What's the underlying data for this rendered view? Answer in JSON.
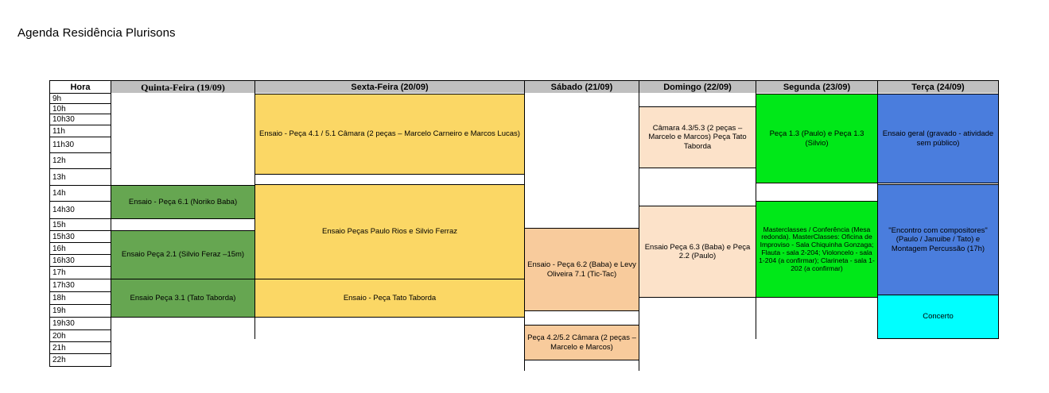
{
  "page": {
    "title": "Agenda Residência Plurisons"
  },
  "table": {
    "hour_header": "Hora",
    "columns": [
      {
        "label": "Quinta-Feira (19/09)",
        "style": "serif"
      },
      {
        "label": "Sexta-Feira (20/09)",
        "style": "sans"
      },
      {
        "label": "Sábado (21/09)",
        "style": "sans"
      },
      {
        "label": "Domingo (22/09)",
        "style": "sans"
      },
      {
        "label": "Segunda (23/09)",
        "style": "sans"
      },
      {
        "label": "Terça (24/09)",
        "style": "sans"
      }
    ],
    "hours": [
      "9h",
      "10h",
      "10h30",
      "11h",
      "11h30",
      "12h",
      "13h",
      "14h",
      "14h30",
      "15h",
      "15h30",
      "16h",
      "16h30",
      "17h",
      "17h30",
      "18h",
      "19h",
      "19h30",
      "20h",
      "21h",
      "22h"
    ],
    "events": [
      {
        "id": "qui-ensaio-61",
        "day": "Quinta-Feira (19/09)",
        "text": "Ensaio - Peça 6.1 (Noriko Baba)",
        "color": "#66a651"
      },
      {
        "id": "qui-ensaio-21",
        "day": "Quinta-Feira (19/09)",
        "text": "Ensaio Peça 2.1 (Silvio Feraz –15m)",
        "color": "#66a651"
      },
      {
        "id": "qui-ensaio-31",
        "day": "Quinta-Feira (19/09)",
        "text": "Ensaio Peça 3.1 (Tato Taborda)",
        "color": "#66a651"
      },
      {
        "id": "sex-camara-41-51",
        "day": "Sexta-Feira (20/09)",
        "text": "Ensaio - Peça 4.1 / 5.1 Câmara (2 peças – Marcelo Carneiro e Marcos Lucas)",
        "color": "#fbd765"
      },
      {
        "id": "sex-paulo-silvio",
        "day": "Sexta-Feira (20/09)",
        "text": "Ensaio Peças Paulo Rios e Silvio Ferraz",
        "color": "#fbd765"
      },
      {
        "id": "sex-tato",
        "day": "Sexta-Feira (20/09)",
        "text": "Ensaio - Peça Tato Taborda",
        "color": "#fbd765"
      },
      {
        "id": "sab-ensaio-62",
        "day": "Sábado (21/09)",
        "text": "Ensaio - Peça 6.2 (Baba) e Levy Oliveira 7.1 (Tic-Tac)",
        "color": "#f8cb9c"
      },
      {
        "id": "sab-peca-42-52",
        "day": "Sábado (21/09)",
        "text": "Peça 4.2/5.2 Câmara (2 peças – Marcelo e Marcos)",
        "color": "#f8cb9c"
      },
      {
        "id": "dom-camara-43-53",
        "day": "Domingo (22/09)",
        "text": "Câmara 4.3/5.3 (2 peças – Marcelo e Marcos) Peça Tato Taborda",
        "color": "#fce2c9"
      },
      {
        "id": "dom-ensaio-63",
        "day": "Domingo (22/09)",
        "text": "Ensaio Peça 6.3 (Baba) e Peça 2.2 (Paulo)",
        "color": "#fce2c9"
      },
      {
        "id": "seg-peca-13",
        "day": "Segunda (23/09)",
        "text": "Peça 1.3 (Paulo) e Peça 1.3 (Silvio)",
        "color": "#00e818"
      },
      {
        "id": "seg-masterclasses",
        "day": "Segunda (23/09)",
        "text": "Masterclasses / Conferência (Mesa redonda). MasterClasses: Oficina de Improviso - Sala Chiquinha Gonzaga; Flauta - sala 2-204; Violoncelo - sala 1-204 (a confirmar); Clarineta - sala 1-202 (a confirmar)",
        "color": "#00e818"
      },
      {
        "id": "ter-ensaio-geral",
        "day": "Terça (24/09)",
        "text": "Ensaio geral (gravado - atividade sem público)",
        "color": "#4a7ddd"
      },
      {
        "id": "ter-encontro",
        "day": "Terça (24/09)",
        "text": "\"Encontro com compositores\" (Paulo / Januibe / Tato) e Montagem Percussão (17h)",
        "color": "#4a7ddd"
      },
      {
        "id": "ter-concerto",
        "day": "Terça (24/09)",
        "text": "Concerto",
        "color": "#00ffff"
      }
    ]
  }
}
